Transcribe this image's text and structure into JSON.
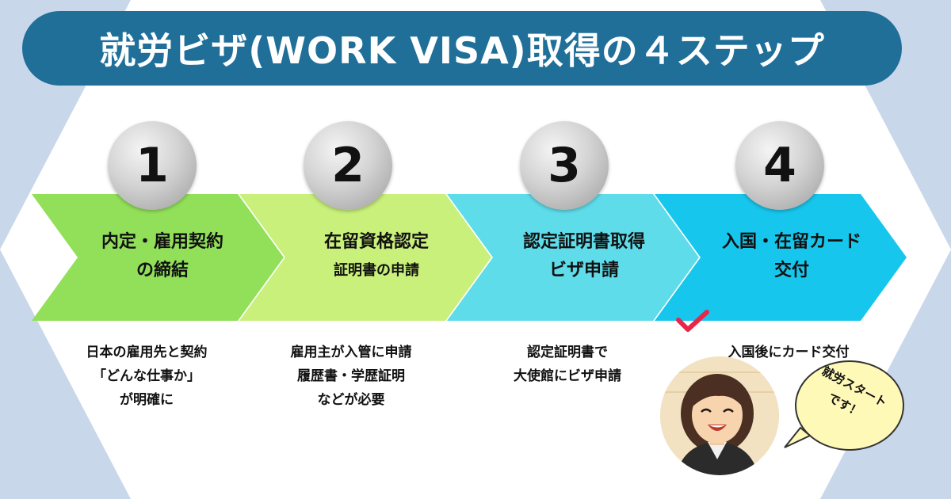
{
  "title": "就労ビザ(WORK VISA)取得の４ステップ",
  "colors": {
    "title_bg": "#1f6f99",
    "step1": "#92e05a",
    "step2": "#c9f07a",
    "step3": "#5fdcea",
    "step4": "#17c6ec"
  },
  "steps": [
    {
      "number": "1",
      "label_line1": "内定・雇用契約",
      "label_line2": "の締結",
      "desc": [
        "日本の雇用先と契約",
        "「どんな仕事か」",
        "が明確に"
      ]
    },
    {
      "number": "2",
      "label_line1": "在留資格認定",
      "label_line2": "証明書の申請",
      "desc": [
        "雇用主が入管に申請",
        "履歴書・学歴証明",
        "などが必要"
      ]
    },
    {
      "number": "3",
      "label_line1": "認定証明書取得",
      "label_line2": "ビザ申請",
      "desc": [
        "認定証明書で",
        "大使館にビザ申請"
      ]
    },
    {
      "number": "4",
      "label_line1": "入国・在留カード",
      "label_line2": "交付",
      "desc": [
        "入国後にカード交付"
      ]
    }
  ],
  "bubble": {
    "line1": "就労スタート",
    "line2": "です！"
  },
  "icons": {
    "check": "check-icon",
    "avatar": "smiling-woman-avatar"
  }
}
